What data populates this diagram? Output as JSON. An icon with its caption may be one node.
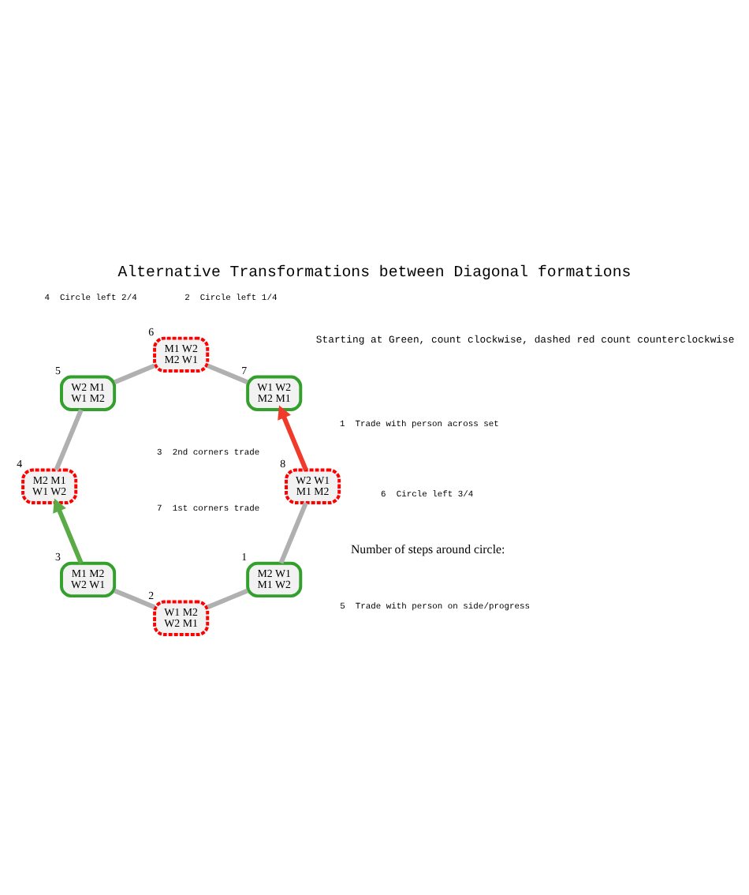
{
  "diagram": {
    "title": "Alternative Transformations between Diagonal formations",
    "nodes": [
      {
        "text": [
          "M2 W1",
          "M1 W2"
        ],
        "beside": [
          "1"
        ]
      },
      {
        "text": [
          "W1 M2",
          "W2 M1"
        ],
        "beside": [
          "2"
        ]
      },
      {
        "text": [
          "M1 M2",
          "W2 W1"
        ],
        "beside": [
          "3"
        ]
      },
      {
        "text": [
          "M2 M1",
          "W1 W2"
        ],
        "beside": [
          "4"
        ]
      },
      {
        "text": [
          "W2 M1",
          "W1 M2"
        ],
        "beside": [
          "5"
        ]
      },
      {
        "text": [
          "M1 W2",
          "M2 W1"
        ],
        "beside": [
          "6"
        ]
      },
      {
        "text": [
          "W1 W2",
          "M2 M1"
        ],
        "beside": [
          "7"
        ]
      },
      {
        "text": [
          "W2 W1",
          "M1 M2"
        ],
        "beside": [
          "8"
        ]
      }
    ],
    "edges": [
      {
        "from": 0,
        "to": 1,
        "arrow": "none"
      },
      {
        "from": 1,
        "to": 2,
        "arrow": "none"
      },
      {
        "from": 2,
        "to": 3,
        "arrow": "to",
        "color": "#5aaa46"
      },
      {
        "from": 3,
        "to": 4,
        "arrow": "none"
      },
      {
        "from": 4,
        "to": 5,
        "arrow": "none"
      },
      {
        "from": 5,
        "to": 6,
        "arrow": "none"
      },
      {
        "from": 7,
        "to": 6,
        "arrow": "to",
        "color": "#f03a2a"
      },
      {
        "from": 7,
        "to": 0,
        "arrow": "none"
      }
    ],
    "labels": [
      "Starting at Green, count clockwise, dashed red count counterclockwise",
      "Number of steps around circle:",
      "1  Trade with person across set",
      "2  Circle left 1/4",
      "3  2nd corners trade",
      "4  Circle left 2/4",
      "5  Trade with person on side/progress",
      "6  Circle left 3/4",
      "7  1st corners trade"
    ]
  }
}
